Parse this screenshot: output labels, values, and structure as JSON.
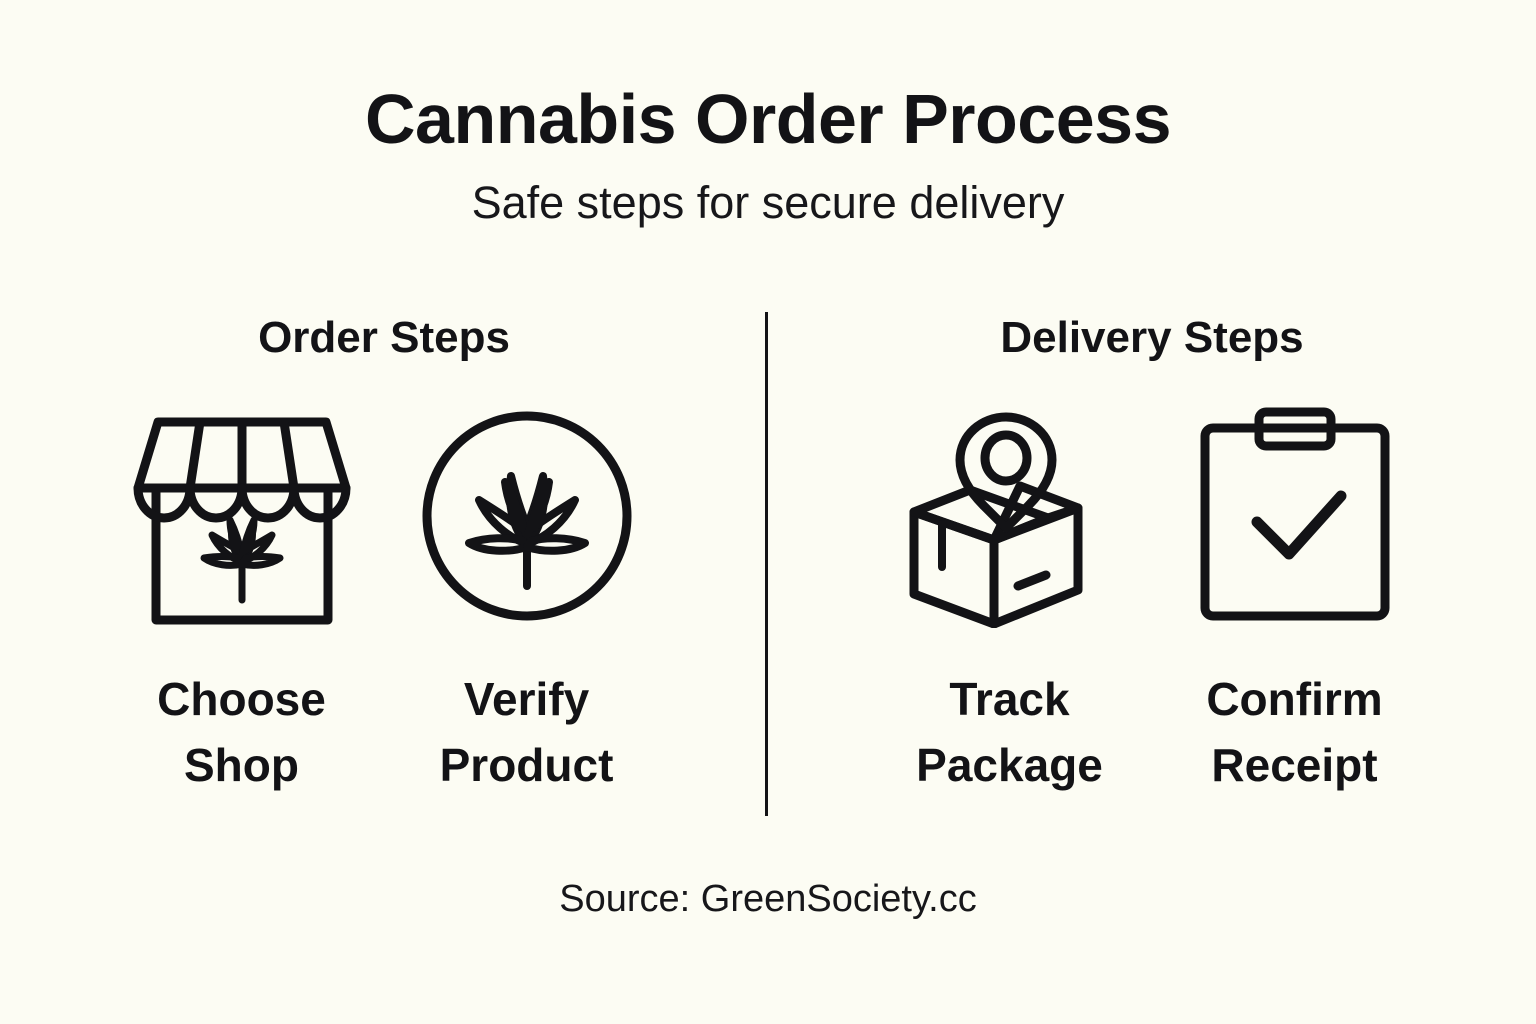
{
  "header": {
    "title": "Cannabis Order Process",
    "subtitle": "Safe steps for secure delivery"
  },
  "groups": [
    {
      "id": "order",
      "title": "Order Steps",
      "steps": [
        {
          "icon": "shop-cannabis-icon",
          "label": "Choose\nShop"
        },
        {
          "icon": "cannabis-leaf-circle-icon",
          "label": "Verify\nProduct"
        }
      ]
    },
    {
      "id": "delivery",
      "title": "Delivery Steps",
      "steps": [
        {
          "icon": "package-location-pin-icon",
          "label": "Track\nPackage"
        },
        {
          "icon": "clipboard-check-icon",
          "label": "Confirm\nReceipt"
        }
      ]
    }
  ],
  "footer": {
    "source": "Source: GreenSociety.cc"
  },
  "colors": {
    "background": "#fcfcf3",
    "ink": "#131316",
    "divider": "#131316"
  }
}
